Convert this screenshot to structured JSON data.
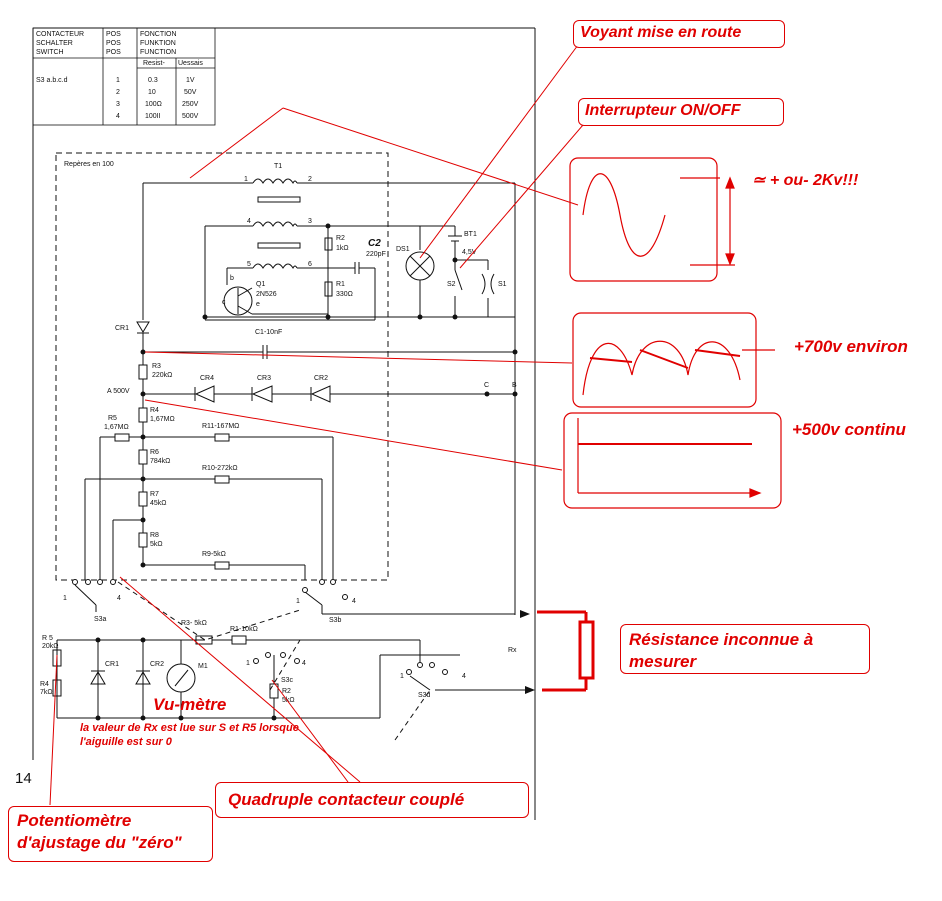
{
  "table": {
    "headers": [
      [
        "CONTACTEUR",
        "POS",
        "FONCTION"
      ],
      [
        "SCHALTER",
        "POS",
        "FUNKTION"
      ],
      [
        "SWITCH",
        "POS",
        "FUNCTION"
      ]
    ],
    "subheaders": [
      "Resist-",
      "Uessais"
    ],
    "switch_name": "S3 a.b.c.d",
    "rows": [
      [
        "1",
        "0.3",
        "1V"
      ],
      [
        "2",
        "10",
        "50V"
      ],
      [
        "3",
        "100Ω",
        "250V"
      ],
      [
        "4",
        "100ΙΙ",
        "500V"
      ]
    ]
  },
  "schematic": {
    "frame_label": "Repères en 100",
    "labels": {
      "t1": "T1",
      "pin1": "1",
      "pin2": "2",
      "pin3": "3",
      "pin4": "4",
      "pin5": "5",
      "pin6": "6",
      "r2": "R2",
      "r2v": "1kΩ",
      "c2": "C2",
      "c2v": "220pF",
      "ds1": "DS1",
      "bt1": "BT1",
      "bt1v": "4,5V",
      "s2": "S2",
      "s1": "S1",
      "q1": "Q1",
      "q1v": "2N526",
      "qb": "b",
      "qc": "c",
      "qe": "e",
      "r1": "R1",
      "r1v": "330Ω",
      "cr1": "CR1",
      "c1": "C1-10nF",
      "r3": "R3",
      "r3v": "220kΩ",
      "a500v": "A 500V",
      "cr4": "CR4",
      "cr3": "CR3",
      "cr2": "CR2",
      "nodec": "C",
      "nodeb": "B",
      "r5": "R5",
      "r5v": "1,67MΩ",
      "r4": "R4",
      "r4v": "1,67MΩ",
      "r11": "R11-167MΩ",
      "r6": "R6",
      "r6v": "784kΩ",
      "r10": "R10-272kΩ",
      "r7": "R7",
      "r7v": "45kΩ",
      "r8": "R8",
      "r8v": "5kΩ",
      "r9": "R9-5kΩ",
      "s3a": "S3a",
      "s3b": "S3b",
      "s3c": "S3c",
      "s3d": "S3d",
      "r5b": "R 5",
      "r5bv": "20kΩ",
      "r4b": "R4",
      "r4bv": "7kΩ",
      "cr1b": "CR1",
      "cr2b": "CR2",
      "m1": "M1",
      "r3b": "R3- 5kΩ",
      "r1b": "R1-10kΩ",
      "r2b": "R2",
      "r2bv": "5kΩ",
      "rx": "Rx",
      "sw1": "1",
      "sw2": "2",
      "sw3": "3",
      "sw4": "4"
    },
    "page_number": "14"
  },
  "annotations": {
    "voyant": "Voyant mise en route",
    "interrupteur": "Interrupteur ON/OFF",
    "kv": "≃  + ou- 2Kv!!!",
    "v700": "+700v environ",
    "v500": "+500v continu",
    "resistance": "Résistance inconnue à mesurer",
    "vumetre": "Vu-mètre",
    "vumetre_note": "la valeur de Rx est lue sur S et R5 lorsque l'aiguille est sur 0",
    "quadruple": "Quadruple contacteur couplé",
    "potentiometre": "Potentiomètre d'ajustage du \"zéro\""
  },
  "colors": {
    "annotation": "#e00000",
    "ink": "#111111"
  }
}
